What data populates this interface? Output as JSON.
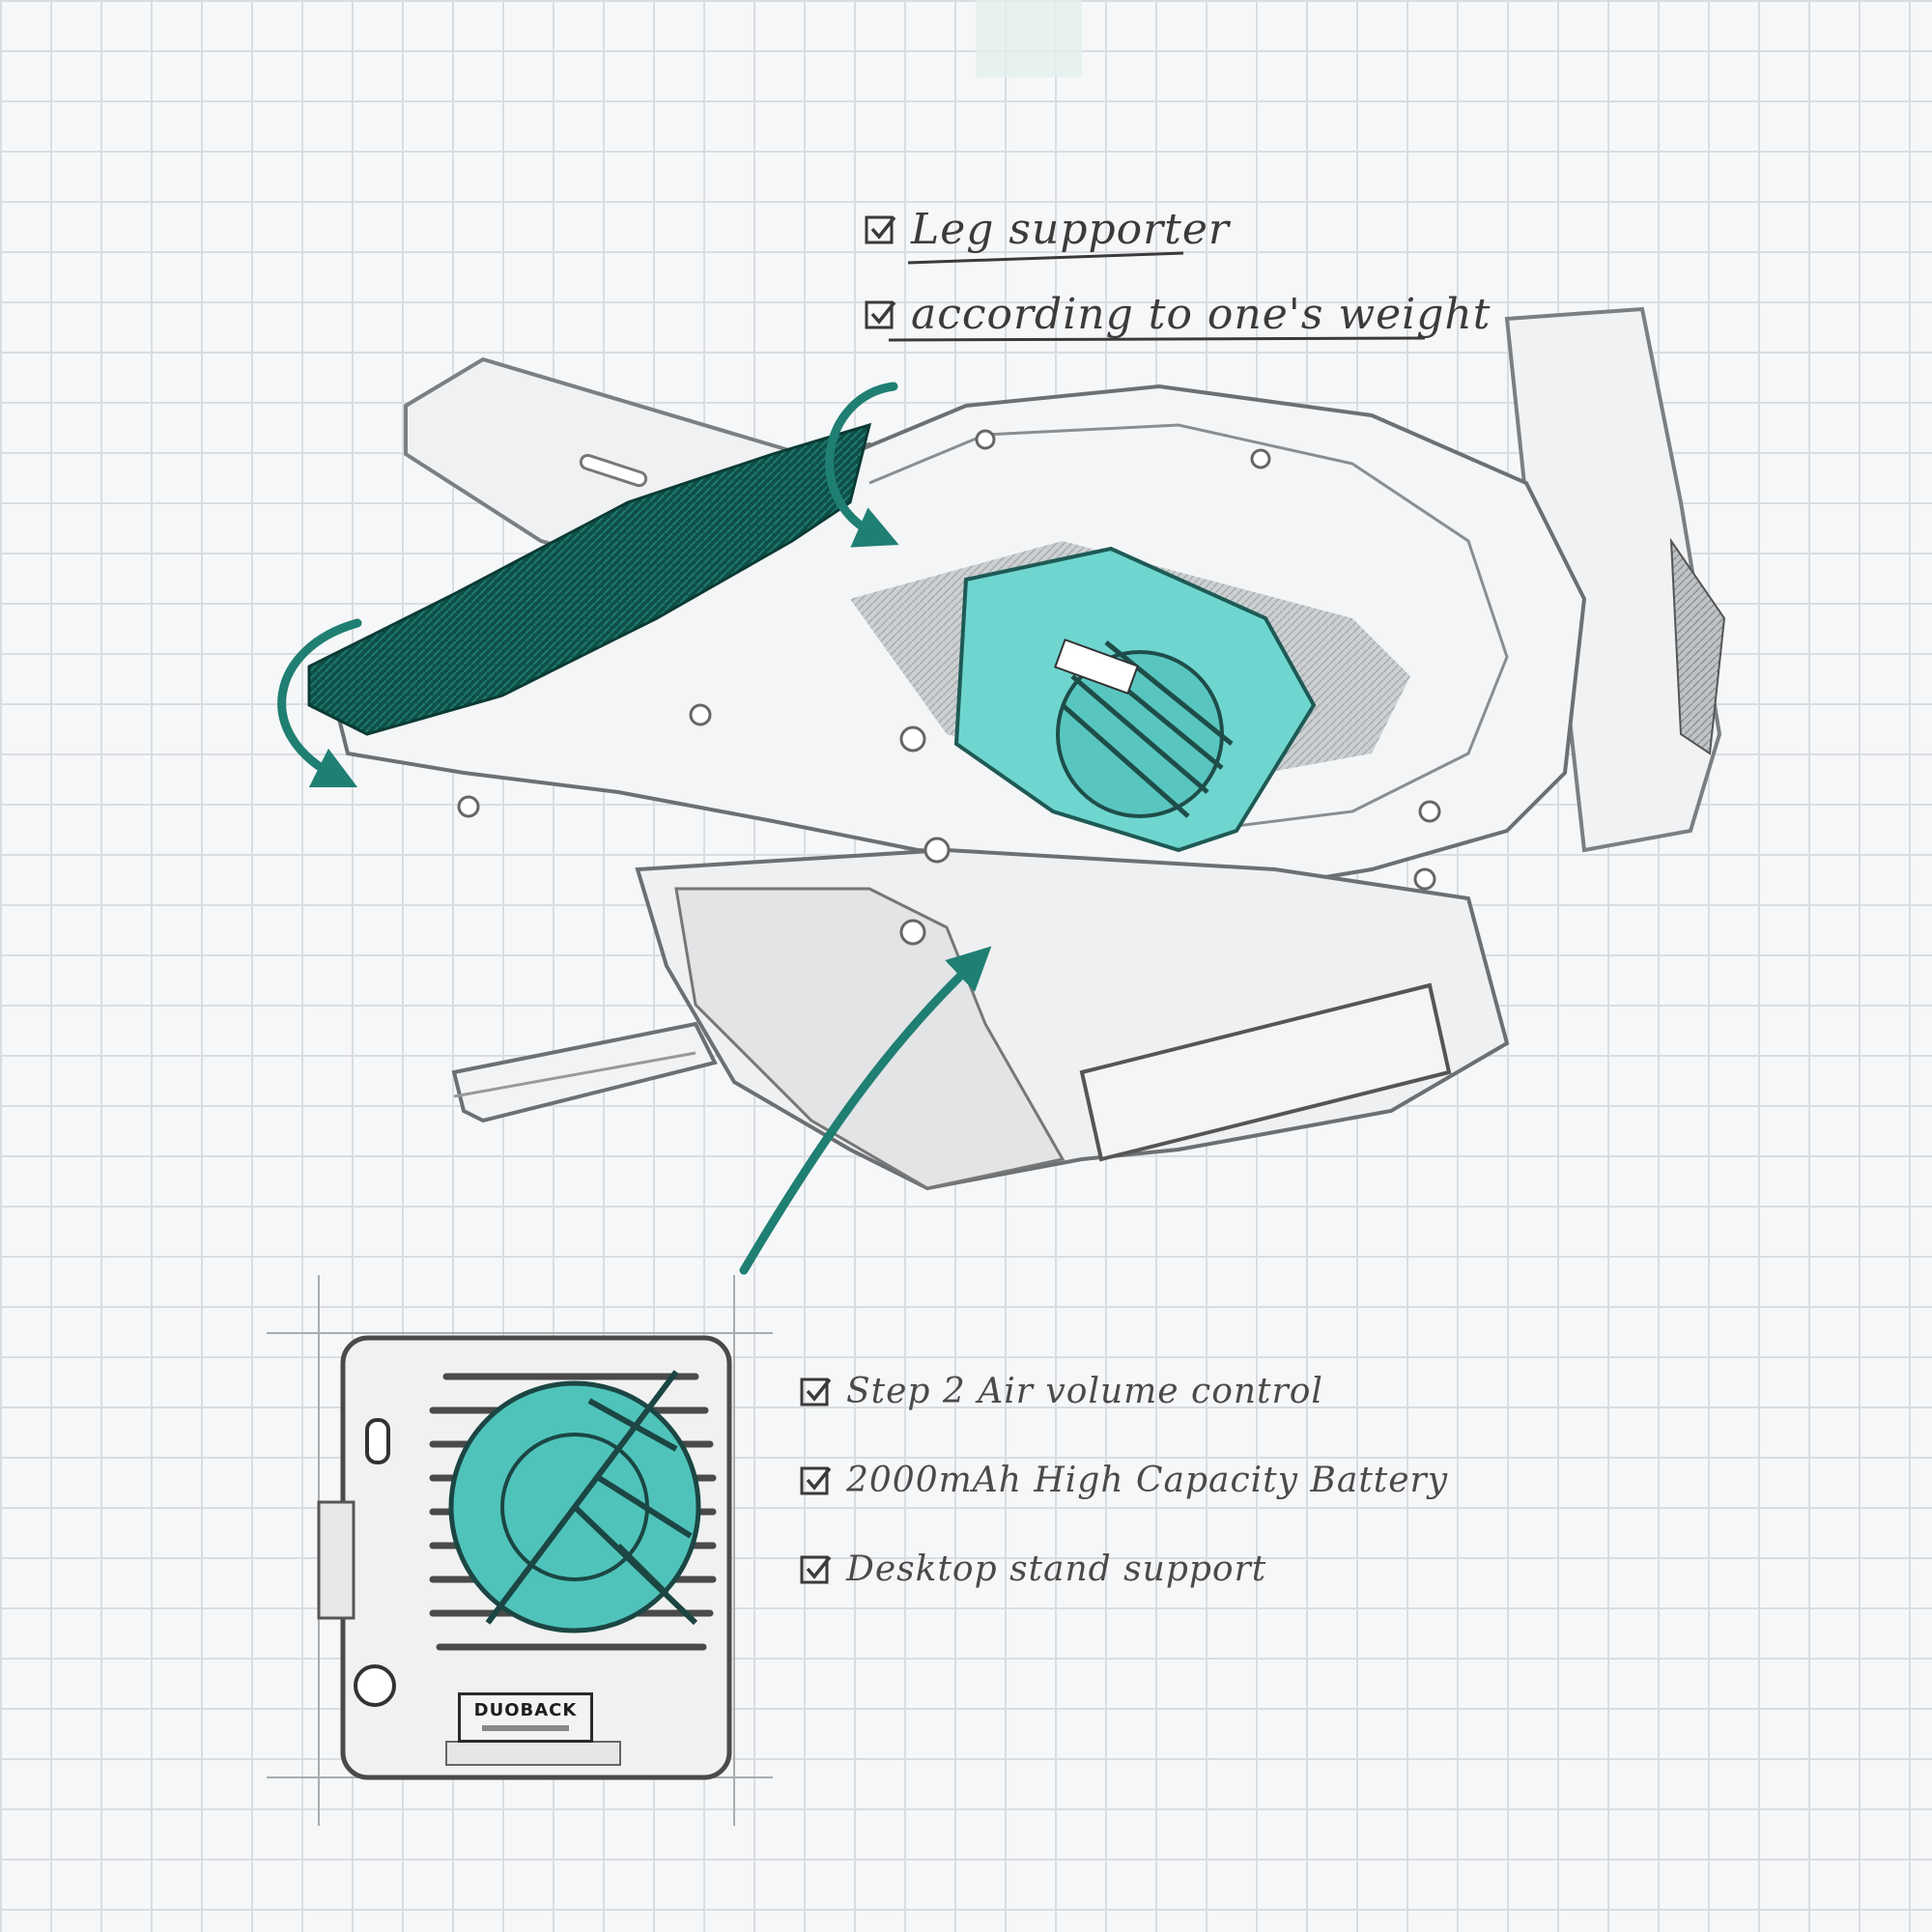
{
  "features_top": [
    {
      "label": "Leg supporter",
      "icon": "checkbox-checked-icon"
    },
    {
      "label": "according to one's weight",
      "icon": "checkbox-checked-icon"
    }
  ],
  "features_bottom": [
    {
      "label": "Step 2 Air volume control",
      "icon": "checkbox-checked-icon"
    },
    {
      "label": "2000mAh High Capacity Battery",
      "icon": "checkbox-checked-icon"
    },
    {
      "label": "Desktop stand support",
      "icon": "checkbox-checked-icon"
    }
  ],
  "device": {
    "brand": "DUOBACK"
  },
  "colors": {
    "accent": "#1f7f73",
    "fan_teal": "#5fd0c9",
    "grid": "#d9dde2",
    "background": "#f6f7f8",
    "ink": "#3b3b3b"
  }
}
